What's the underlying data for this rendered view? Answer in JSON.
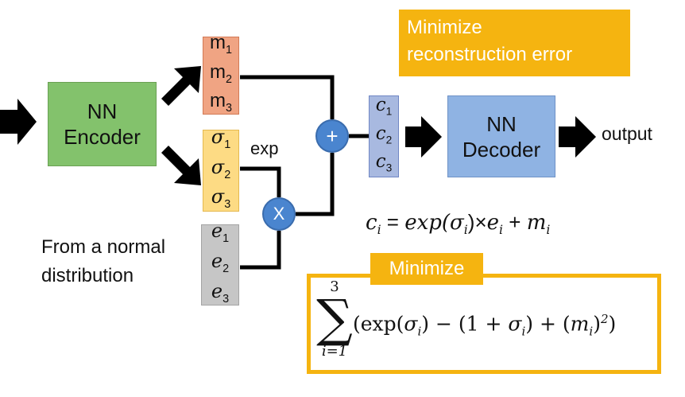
{
  "encoder": {
    "line1": "NN",
    "line2": "Encoder"
  },
  "decoder": {
    "line1": "NN",
    "line2": "Decoder"
  },
  "m_vector": {
    "items": [
      "m",
      "m",
      "m"
    ],
    "subs": [
      "1",
      "2",
      "3"
    ]
  },
  "sigma_vector": {
    "items": [
      "σ",
      "σ",
      "σ"
    ],
    "subs": [
      "1",
      "2",
      "3"
    ]
  },
  "e_vector": {
    "items": [
      "e",
      "e",
      "e"
    ],
    "subs": [
      "1",
      "2",
      "3"
    ]
  },
  "c_vector": {
    "items": [
      "c",
      "c",
      "c"
    ],
    "subs": [
      "1",
      "2",
      "3"
    ]
  },
  "labels": {
    "exp": "exp",
    "normal_line1": "From a normal",
    "normal_line2": "distribution",
    "output": "output",
    "plus": "+",
    "times": "X"
  },
  "reconstruction_box": {
    "line1": "Minimize",
    "line2": "reconstruction error"
  },
  "equation_c": {
    "c": "c",
    "c_sub": "i",
    "eq": " = ",
    "exp": "exp(",
    "sigma": "σ",
    "sigma_sub": "i",
    "close": ")",
    "times": "×",
    "e": "e",
    "e_sub": "i",
    "plus": " + ",
    "m": "m",
    "m_sub": "i"
  },
  "kl_box": {
    "title": "Minimize",
    "sum_top": "3",
    "sum_symbol": "∑",
    "sum_bottom": "i=1",
    "expression": {
      "p1": "(exp(",
      "sigma1": "σ",
      "sub1": "i",
      "p2": ") − (1 + ",
      "sigma2": "σ",
      "sub2": "i",
      "p3": ") + (",
      "m": "m",
      "sub3": "i",
      "p4": ")",
      "sup": "2",
      "p5": ")"
    }
  },
  "colors": {
    "encoder": "#83c26c",
    "decoder": "#8fb3e3",
    "m_vector": "#f0a483",
    "sigma_vector": "#fddb84",
    "e_vector": "#c6c6c6",
    "c_vector": "#a8b9e0",
    "operator_circle": "#4a85cf",
    "highlight": "#f5b410"
  }
}
